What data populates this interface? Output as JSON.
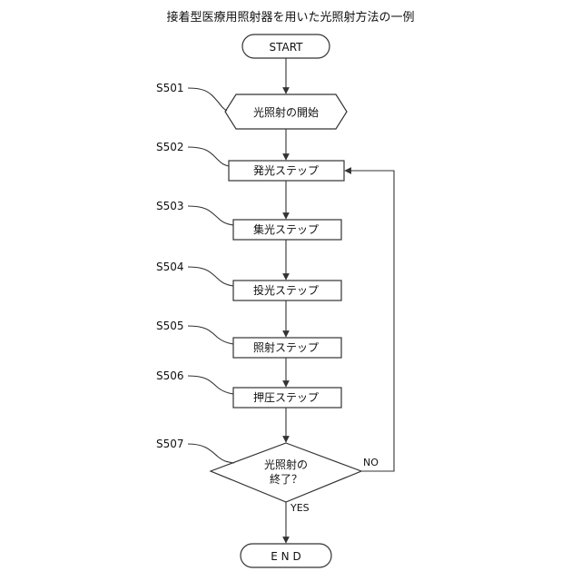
{
  "title": "接着型医療用照射器を用いた光照射方法の一例",
  "nodes": {
    "start": "START",
    "s501": "光照射の開始",
    "s502": "発光ステップ",
    "s503": "集光ステップ",
    "s504": "投光ステップ",
    "s505": "照射ステップ",
    "s506": "押圧ステップ",
    "s507_line1": "光照射の",
    "s507_line2": "終了？",
    "end": "E N D"
  },
  "step_labels": {
    "s501": "S501",
    "s502": "S502",
    "s503": "S503",
    "s504": "S504",
    "s505": "S505",
    "s506": "S506",
    "s507": "S507"
  },
  "branches": {
    "no": "NO",
    "yes": "YES"
  }
}
